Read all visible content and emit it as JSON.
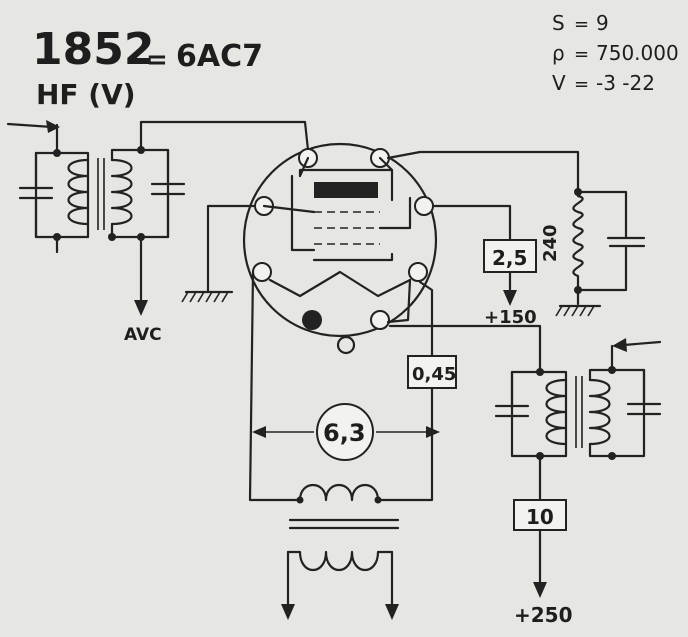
{
  "header": {
    "tube_number": "1852",
    "equals": "=",
    "equivalent": "6AC7",
    "function": "HF (V)"
  },
  "specs": [
    {
      "symbol": "S",
      "sep": "=",
      "value": "9"
    },
    {
      "symbol": "ρ",
      "sep": "=",
      "value": "750.000"
    },
    {
      "symbol": "V",
      "sep": "=",
      "value": "-3 -22"
    }
  ],
  "labels": {
    "avc": "AVC",
    "plus150": "+150",
    "plus250": "+250",
    "resistor_240": "240",
    "box_2_5": "2,5",
    "box_0_45": "0,45",
    "box_10": "10",
    "heater_6_3": "6,3"
  },
  "colors": {
    "ink": "#222222",
    "paper": "#e6e6e2"
  }
}
